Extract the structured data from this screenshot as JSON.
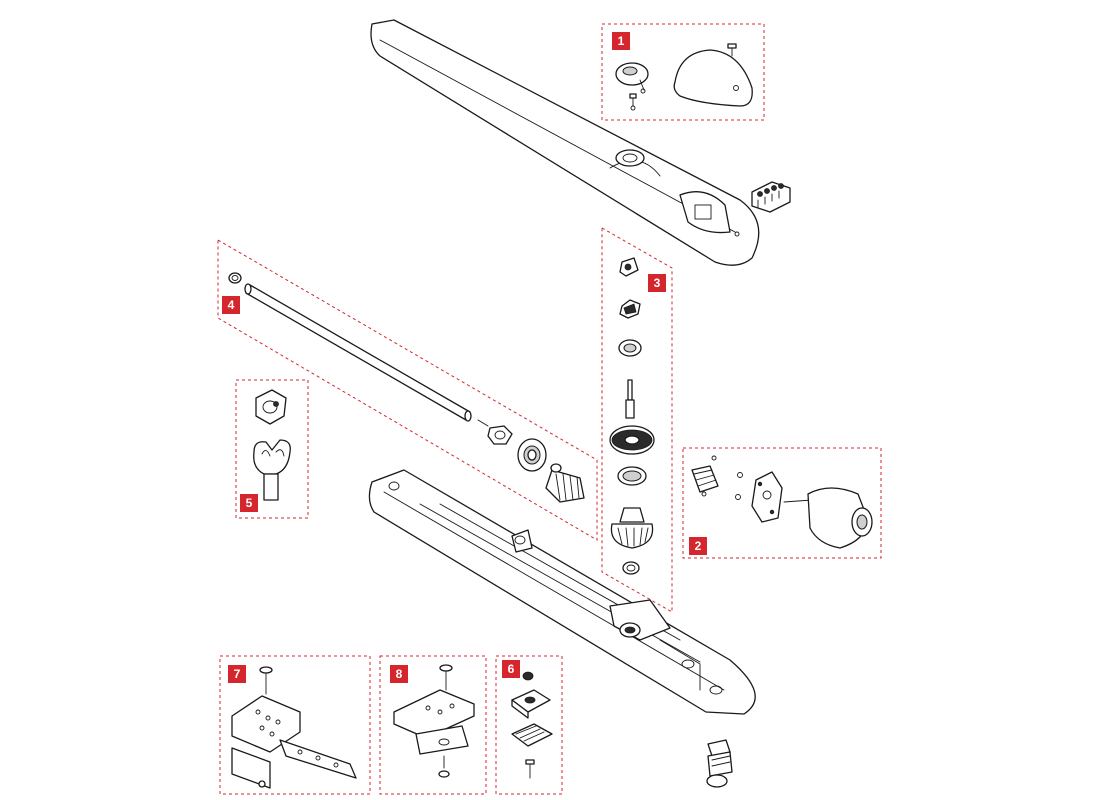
{
  "colors": {
    "accent": "#d6262d",
    "line": "#1a1a1a",
    "background": "#ffffff"
  },
  "callouts": {
    "c1": "1",
    "c2": "2",
    "c3": "3",
    "c4": "4",
    "c5": "5",
    "c6": "6",
    "c7": "7",
    "c8": "8"
  }
}
